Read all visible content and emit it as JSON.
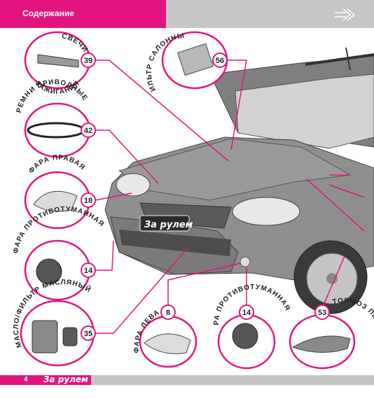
{
  "header": {
    "title": "Содержание"
  },
  "footer": {
    "page_number": "4",
    "brand": "За рулем"
  },
  "car": {
    "badge": "За рулем"
  },
  "colors": {
    "accent": "#e3147f",
    "gray_band": "#c6c6c6"
  },
  "callouts": [
    {
      "label": "СВЕЧИ ЗАЖИГАНИЯ",
      "number": "39"
    },
    {
      "label": "ФИЛЬТР САЛОННЫЙ",
      "number": "56"
    },
    {
      "label": "РЕМНИ ПРИВОДНЫЕ",
      "number": "42"
    },
    {
      "label": "ФАРА ПРАВАЯ",
      "number": "18"
    },
    {
      "label": "ФАРА ПРОТИВОТУМАННАЯ",
      "number": "14"
    },
    {
      "label": "МАСЛО/ФИЛЬТР МАСЛЯНЫЙ",
      "number": "35"
    },
    {
      "label": "ФАРА ЛЕВАЯ",
      "number": "8"
    },
    {
      "label": "ФАРА ПРОТИВОТУМАННАЯ",
      "number": "14"
    },
    {
      "label": "ТОРМОЗ ПЕРЕДНИЙ",
      "number": "53"
    }
  ]
}
